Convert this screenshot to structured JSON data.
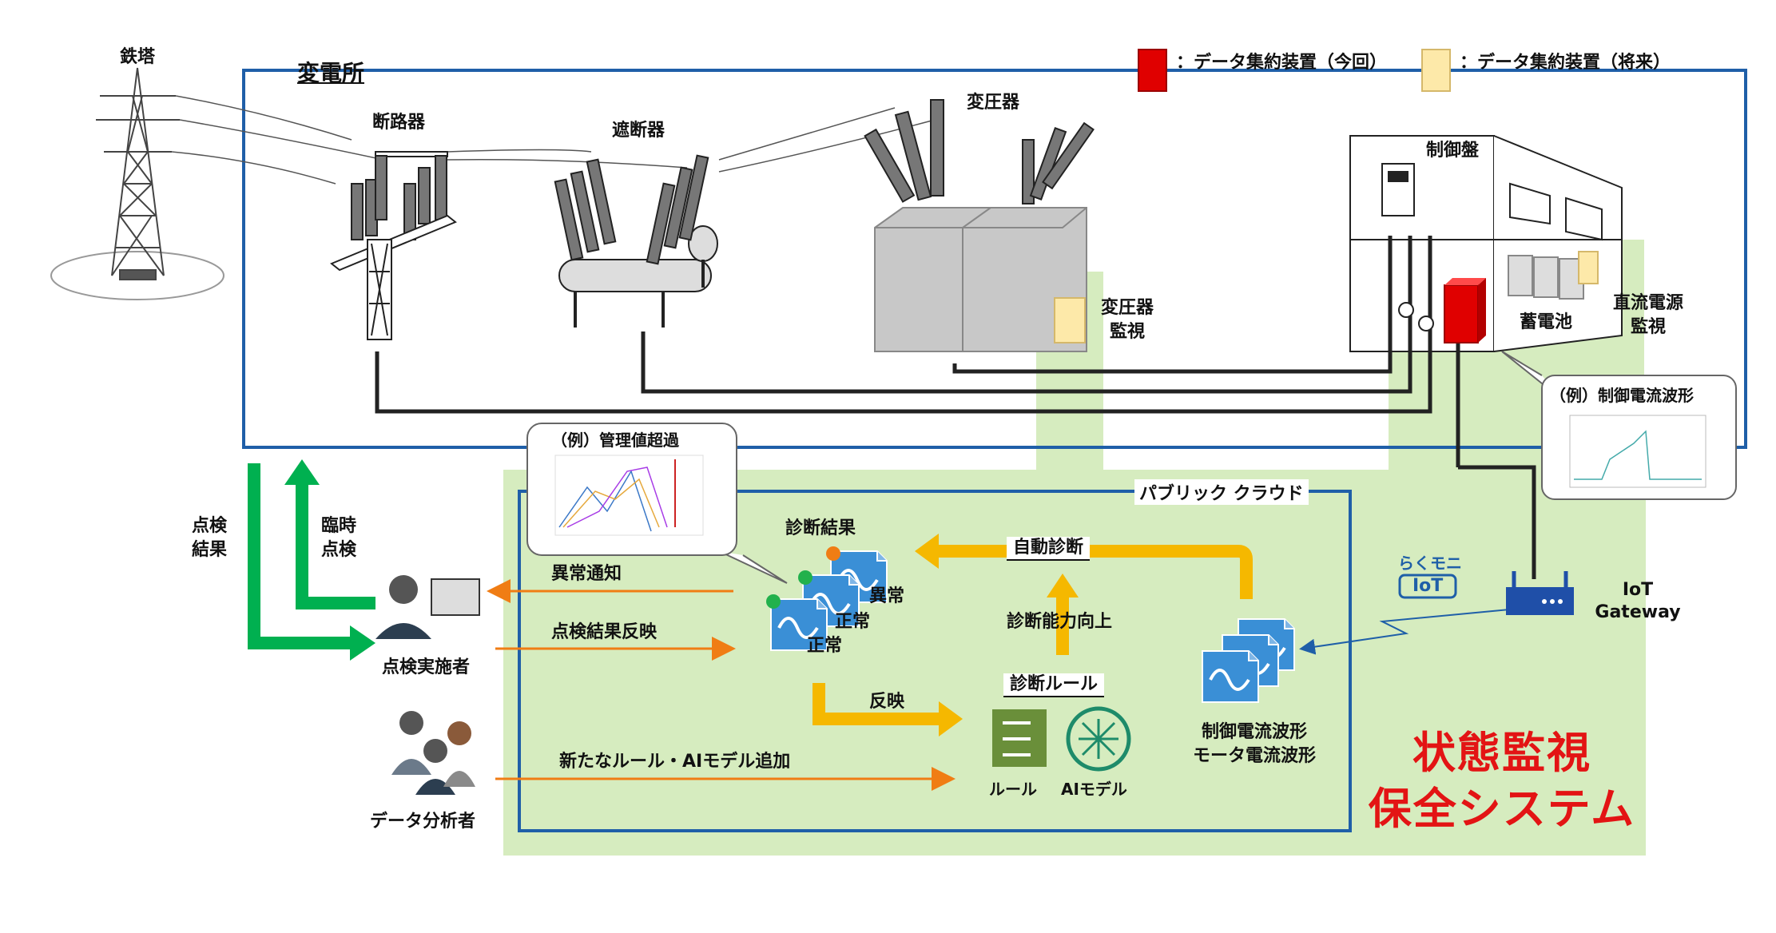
{
  "substation": {
    "title": "変電所"
  },
  "legend": {
    "current": "：データ集約装置（今回）",
    "future": "：データ集約装置（将来）",
    "current_color": "#e00000",
    "future_color": "#fde9a9"
  },
  "equipment": {
    "tower": "鉄塔",
    "disconnector": "断路器",
    "breaker": "遮断器",
    "transformer": "変圧器",
    "control_panel": "制御盤",
    "battery": "蓄電池",
    "dc_power_line1": "直流電源",
    "dc_power_line2": "監視",
    "transformer_monitor_line1": "変圧器",
    "transformer_monitor_line2": "監視"
  },
  "callouts": {
    "control_current_example": "（例）制御電流波形",
    "threshold_example": "（例）管理値超過"
  },
  "cloud": {
    "title": "パブリック クラウド"
  },
  "diagnosis": {
    "result_title": "診断結果",
    "abnormal": "異常",
    "normal1": "正常",
    "normal2": "正常",
    "auto_diagnosis": "自動診断",
    "capability_up": "診断能力向上",
    "rules_title": "診断ルール",
    "rule_label": "ルール",
    "ai_label": "AIモデル",
    "reflect": "反映",
    "waveforms_line1": "制御電流波形",
    "waveforms_line2": "モータ電流波形"
  },
  "people": {
    "inspector": "点検実施者",
    "analyst": "データ分析者"
  },
  "flows": {
    "anomaly_notice": "異常通知",
    "inspection_reflect": "点検結果反映",
    "new_rule": "新たなルール・AIモデル追加",
    "inspection_result_line1": "点検",
    "inspection_result_line2": "結果",
    "temp_check_line1": "臨時",
    "temp_check_line2": "点検"
  },
  "gateway": {
    "brand": "らくモニ",
    "brand_mark": "IoT",
    "label_line1": "IoT",
    "label_line2": "Gateway"
  },
  "system": {
    "title_line1": "状態監視",
    "title_line2": "保全システム"
  },
  "colors": {
    "substation_border": "#1f5fa8",
    "cloud_border": "#1f5fa8",
    "green_area": "#d6ecbf",
    "orange_arrow": "#f07d14",
    "yellow_arrow": "#f5b800",
    "green_arrow": "#00b050",
    "waveform_icon": "#3a8fd6",
    "system_title": "#e31414"
  }
}
